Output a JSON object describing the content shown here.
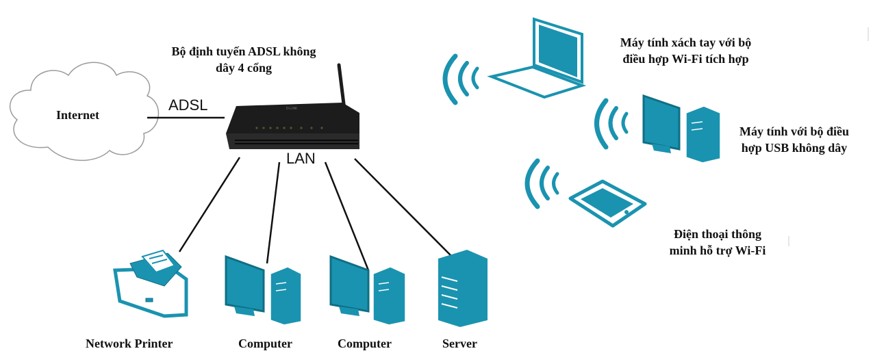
{
  "labels": {
    "internet": "Internet",
    "adsl": "ADSL",
    "lan": "LAN",
    "router_line1": "Bộ định tuyến ADSL không",
    "router_line2": "dây 4 cổng",
    "laptop_line1": "Máy tính xách tay với bộ",
    "laptop_line2": "điều hợp Wi-Fi tích hợp",
    "usbpc_line1": "Máy tính với bộ điều",
    "usbpc_line2": "hợp USB không dây",
    "phone_line1": "Điện thoại thông",
    "phone_line2": "minh hỗ trợ Wi-Fi",
    "printer": "Network Printer",
    "computer1": "Computer",
    "computer2": "Computer",
    "server": "Server"
  },
  "colors": {
    "device_fill": "#1a93b0",
    "device_stroke": "#0f6f86",
    "router_body": "#1c1c1c",
    "line": "#111111",
    "cloud_stroke": "#9a9a9a"
  },
  "icons": [
    "cloud-icon",
    "router-icon",
    "laptop-icon",
    "desktop-icon",
    "smartphone-icon",
    "printer-icon",
    "server-icon",
    "wifi-signal-icon"
  ]
}
